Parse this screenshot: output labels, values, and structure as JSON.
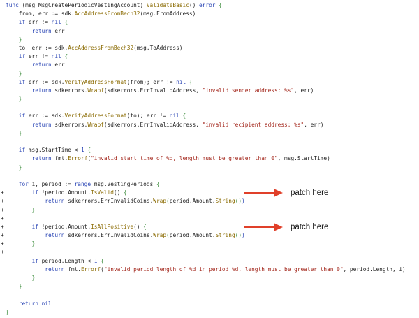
{
  "colors": {
    "keyword": "#2b46b5",
    "func": "#8a6a00",
    "string": "#a3261b",
    "brace": "#3c8c3c",
    "arrow": "#e0402a"
  },
  "annotations": [
    {
      "label": "patch here"
    },
    {
      "label": "patch here"
    }
  ],
  "lines": [
    {
      "m": "",
      "t": [
        [
          "k",
          "func"
        ],
        [
          "p",
          " (msg MsgCreatePeriodicVestingAccount) "
        ],
        [
          "f",
          "ValidateBasic"
        ],
        [
          "p",
          "() "
        ],
        [
          "k",
          "error"
        ],
        [
          "b",
          " {"
        ]
      ]
    },
    {
      "m": "",
      "t": [
        [
          "p",
          "    from, err := sdk."
        ],
        [
          "f",
          "AccAddressFromBech32"
        ],
        [
          "p",
          "(msg.FromAddress)"
        ]
      ]
    },
    {
      "m": "",
      "t": [
        [
          "p",
          "    "
        ],
        [
          "k",
          "if"
        ],
        [
          "p",
          " err != "
        ],
        [
          "k",
          "nil"
        ],
        [
          "b",
          " {"
        ]
      ]
    },
    {
      "m": "",
      "t": [
        [
          "p",
          "        "
        ],
        [
          "k",
          "return"
        ],
        [
          "p",
          " err"
        ]
      ]
    },
    {
      "m": "",
      "t": [
        [
          "b",
          "    }"
        ]
      ]
    },
    {
      "m": "",
      "t": [
        [
          "p",
          "    to, err := sdk."
        ],
        [
          "f",
          "AccAddressFromBech32"
        ],
        [
          "p",
          "(msg.ToAddress)"
        ]
      ]
    },
    {
      "m": "",
      "t": [
        [
          "p",
          "    "
        ],
        [
          "k",
          "if"
        ],
        [
          "p",
          " err != "
        ],
        [
          "k",
          "nil"
        ],
        [
          "b",
          " {"
        ]
      ]
    },
    {
      "m": "",
      "t": [
        [
          "p",
          "        "
        ],
        [
          "k",
          "return"
        ],
        [
          "p",
          " err"
        ]
      ]
    },
    {
      "m": "",
      "t": [
        [
          "b",
          "    }"
        ]
      ]
    },
    {
      "m": "",
      "t": [
        [
          "p",
          "    "
        ],
        [
          "k",
          "if"
        ],
        [
          "p",
          " err := sdk."
        ],
        [
          "f",
          "VerifyAddressFormat"
        ],
        [
          "p",
          "(from); err != "
        ],
        [
          "k",
          "nil"
        ],
        [
          "b",
          " {"
        ]
      ]
    },
    {
      "m": "",
      "t": [
        [
          "p",
          "        "
        ],
        [
          "k",
          "return"
        ],
        [
          "p",
          " sdkerrors."
        ],
        [
          "f",
          "Wrapf"
        ],
        [
          "p",
          "(sdkerrors.ErrInvalidAddress, "
        ],
        [
          "s",
          "\"invalid sender address: %s\""
        ],
        [
          "p",
          ", err)"
        ]
      ]
    },
    {
      "m": "",
      "t": [
        [
          "b",
          "    }"
        ]
      ]
    },
    {
      "m": "",
      "t": [
        [
          "p",
          " "
        ]
      ]
    },
    {
      "m": "",
      "t": [
        [
          "p",
          "    "
        ],
        [
          "k",
          "if"
        ],
        [
          "p",
          " err := sdk."
        ],
        [
          "f",
          "VerifyAddressFormat"
        ],
        [
          "p",
          "(to); err != "
        ],
        [
          "k",
          "nil"
        ],
        [
          "b",
          " {"
        ]
      ]
    },
    {
      "m": "",
      "t": [
        [
          "p",
          "        "
        ],
        [
          "k",
          "return"
        ],
        [
          "p",
          " sdkerrors."
        ],
        [
          "f",
          "Wrapf"
        ],
        [
          "p",
          "(sdkerrors.ErrInvalidAddress, "
        ],
        [
          "s",
          "\"invalid recipient address: %s\""
        ],
        [
          "p",
          ", err)"
        ]
      ]
    },
    {
      "m": "",
      "t": [
        [
          "b",
          "    }"
        ]
      ]
    },
    {
      "m": "",
      "t": [
        [
          "p",
          " "
        ]
      ]
    },
    {
      "m": "",
      "t": [
        [
          "p",
          "    "
        ],
        [
          "k",
          "if"
        ],
        [
          "p",
          " msg.StartTime < "
        ],
        [
          "n",
          "1"
        ],
        [
          "b",
          " {"
        ]
      ]
    },
    {
      "m": "",
      "t": [
        [
          "p",
          "        "
        ],
        [
          "k",
          "return"
        ],
        [
          "p",
          " fmt."
        ],
        [
          "f",
          "Errorf"
        ],
        [
          "p",
          "("
        ],
        [
          "s",
          "\"invalid start time of %d, length must be greater than 0\""
        ],
        [
          "p",
          ", msg.StartTime)"
        ]
      ]
    },
    {
      "m": "",
      "t": [
        [
          "b",
          "    }"
        ]
      ]
    },
    {
      "m": "",
      "t": [
        [
          "p",
          " "
        ]
      ]
    },
    {
      "m": "",
      "t": [
        [
          "p",
          "    "
        ],
        [
          "k",
          "for"
        ],
        [
          "p",
          " i, period := "
        ],
        [
          "k",
          "range"
        ],
        [
          "p",
          " msg.VestingPeriods"
        ],
        [
          "b",
          " {"
        ]
      ]
    },
    {
      "m": "+",
      "t": [
        [
          "p",
          "        "
        ],
        [
          "k",
          "if"
        ],
        [
          "p",
          " !period.Amount."
        ],
        [
          "f",
          "IsValid"
        ],
        [
          "p",
          "()"
        ],
        [
          "b",
          " {"
        ]
      ]
    },
    {
      "m": "+",
      "t": [
        [
          "p",
          "            "
        ],
        [
          "k",
          "return"
        ],
        [
          "p",
          " sdkerrors.ErrInvalidCoins."
        ],
        [
          "f",
          "Wrap"
        ],
        [
          "b",
          "("
        ],
        [
          "p",
          "period.Amount."
        ],
        [
          "f",
          "String"
        ],
        [
          "b",
          "()"
        ],
        [
          "k",
          ")"
        ]
      ]
    },
    {
      "m": "+",
      "t": [
        [
          "b",
          "        }"
        ]
      ]
    },
    {
      "m": "+",
      "t": [
        [
          "p",
          " "
        ]
      ]
    },
    {
      "m": "+",
      "t": [
        [
          "p",
          "        "
        ],
        [
          "k",
          "if"
        ],
        [
          "p",
          " !period.Amount."
        ],
        [
          "f",
          "IsAllPositive"
        ],
        [
          "p",
          "()"
        ],
        [
          "b",
          " {"
        ]
      ]
    },
    {
      "m": "+",
      "t": [
        [
          "p",
          "            "
        ],
        [
          "k",
          "return"
        ],
        [
          "p",
          " sdkerrors.ErrInvalidCoins."
        ],
        [
          "f",
          "Wrap"
        ],
        [
          "b",
          "("
        ],
        [
          "p",
          "period.Amount."
        ],
        [
          "f",
          "String"
        ],
        [
          "b",
          "()"
        ],
        [
          "k",
          ")"
        ]
      ]
    },
    {
      "m": "+",
      "t": [
        [
          "b",
          "        }"
        ]
      ]
    },
    {
      "m": "+",
      "t": [
        [
          "p",
          " "
        ]
      ]
    },
    {
      "m": "",
      "t": [
        [
          "p",
          "        "
        ],
        [
          "k",
          "if"
        ],
        [
          "p",
          " period.Length < "
        ],
        [
          "n",
          "1"
        ],
        [
          "b",
          " {"
        ]
      ]
    },
    {
      "m": "",
      "t": [
        [
          "p",
          "            "
        ],
        [
          "k",
          "return"
        ],
        [
          "p",
          " fmt."
        ],
        [
          "f",
          "Errorf"
        ],
        [
          "p",
          "("
        ],
        [
          "s",
          "\"invalid period length of %d in period %d, length must be greater than 0\""
        ],
        [
          "p",
          ", period.Length, i)"
        ]
      ]
    },
    {
      "m": "",
      "t": [
        [
          "b",
          "        }"
        ]
      ]
    },
    {
      "m": "",
      "t": [
        [
          "b",
          "    }"
        ]
      ]
    },
    {
      "m": "",
      "t": [
        [
          "p",
          " "
        ]
      ]
    },
    {
      "m": "",
      "t": [
        [
          "p",
          "    "
        ],
        [
          "k",
          "return"
        ],
        [
          "p",
          " "
        ],
        [
          "k",
          "nil"
        ]
      ]
    },
    {
      "m": "",
      "t": [
        [
          "b",
          "}"
        ]
      ]
    }
  ]
}
